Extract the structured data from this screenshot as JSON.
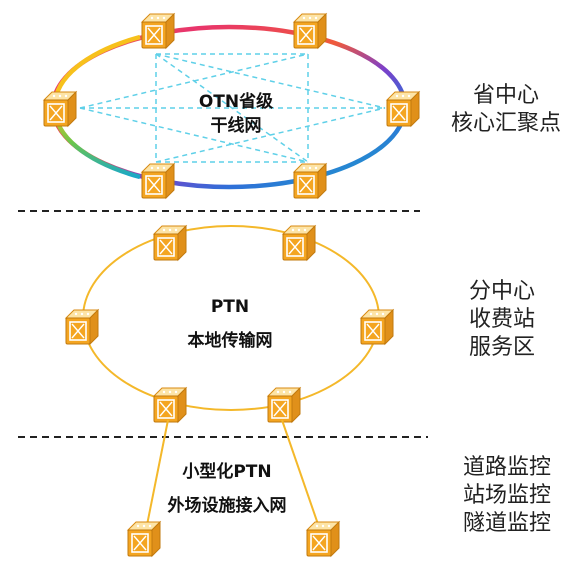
{
  "tiers": {
    "otn": {
      "title_line1": "OTN省级",
      "title_line2": "干线网",
      "side_label": [
        "省中心",
        "核心汇聚点"
      ]
    },
    "ptn": {
      "title_line1": "PTN",
      "title_line2": "本地传输网",
      "side_label": [
        "分中心",
        "收费站",
        "服务区"
      ]
    },
    "access": {
      "title_line1": "小型化PTN",
      "title_line2": "外场设施接入网",
      "side_label": [
        "道路监控",
        "站场监控",
        "隧道监控"
      ]
    }
  },
  "colors": {
    "ptn_ring": "#f4b82a",
    "otn_mesh": "#5fd0e8",
    "otn_ring_gradient": [
      "#e8346c",
      "#ef5a3c",
      "#f7c11c",
      "#6cc64a",
      "#1aa8c9",
      "#2f6fd8",
      "#4a4fd0"
    ],
    "device_body": "#f4a521",
    "separator": "#222222"
  },
  "icons": {
    "node": "network-node-icon"
  }
}
